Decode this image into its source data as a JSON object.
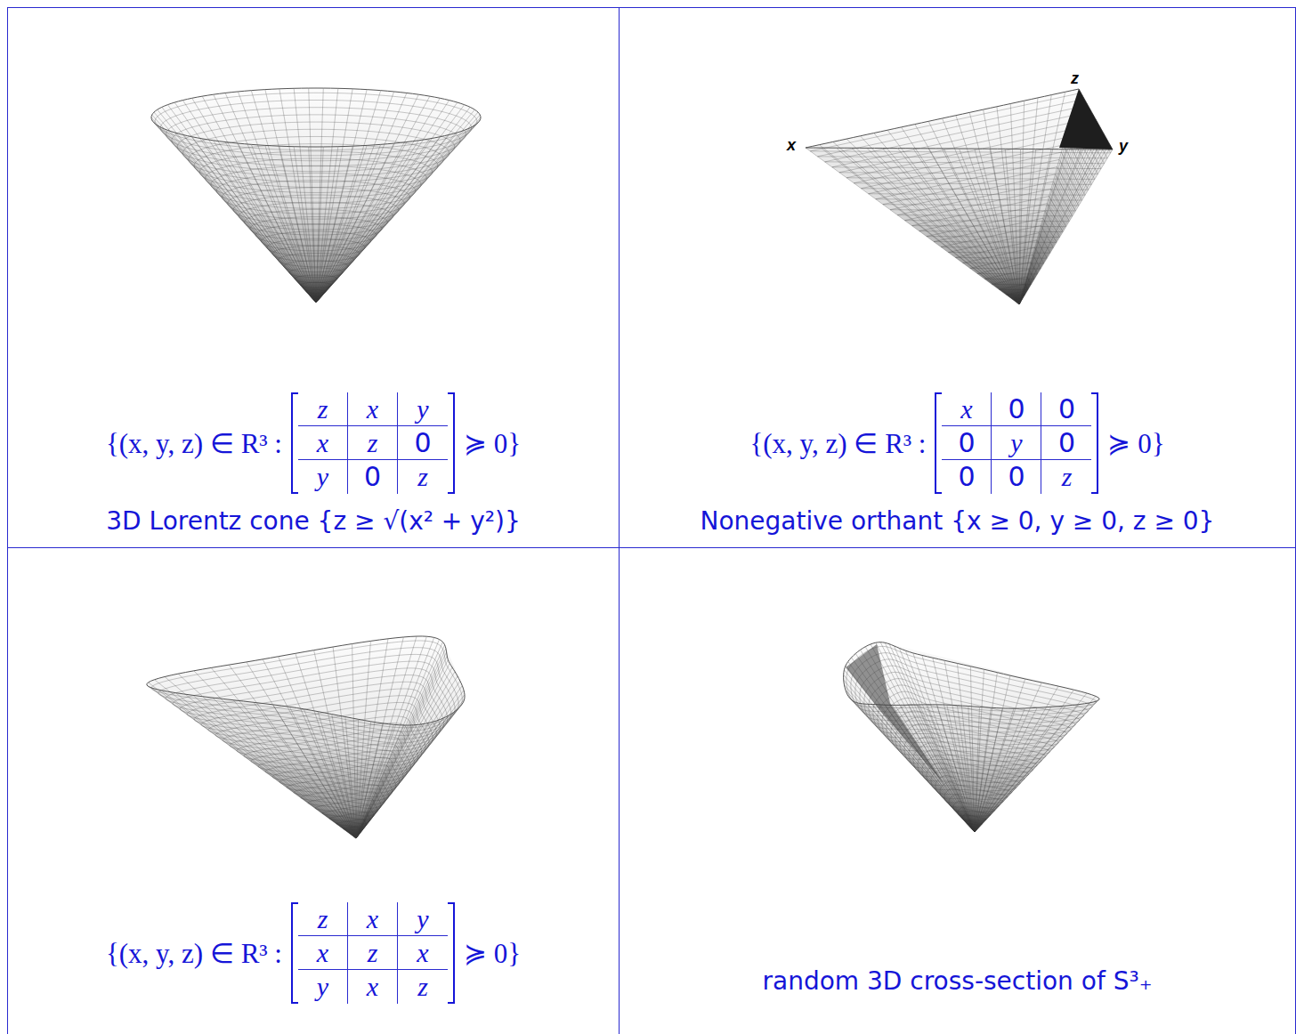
{
  "diagram": {
    "nodes": [
      {
        "text": [
          "{(x, y, z) ∈ R³ :",
          "z",
          "x",
          "y",
          "x",
          "z",
          "0",
          "y",
          "0",
          "z",
          "≽ 0}",
          "3D Lorentz cone {z ≥ √(x² + y²)}"
        ]
      },
      {
        "text": [
          "{(x, y, z) ∈ R³ :",
          "x",
          "0",
          "0",
          "0",
          "y",
          "0",
          "0",
          "0",
          "z",
          "≽ 0}",
          "Nonegative orthant {x ≥ 0, y ≥ 0, z ≥ 0}"
        ]
      },
      {
        "text": [
          "{(x, y, z) ∈ R³ :",
          "z",
          "x",
          "y",
          "x",
          "z",
          "x",
          "y",
          "x",
          "z",
          "≽ 0}"
        ]
      },
      {
        "text": [
          "random 3D cross-section of S³₊"
        ]
      }
    ],
    "labels": [
      "x",
      "z",
      "y"
    ]
  }
}
